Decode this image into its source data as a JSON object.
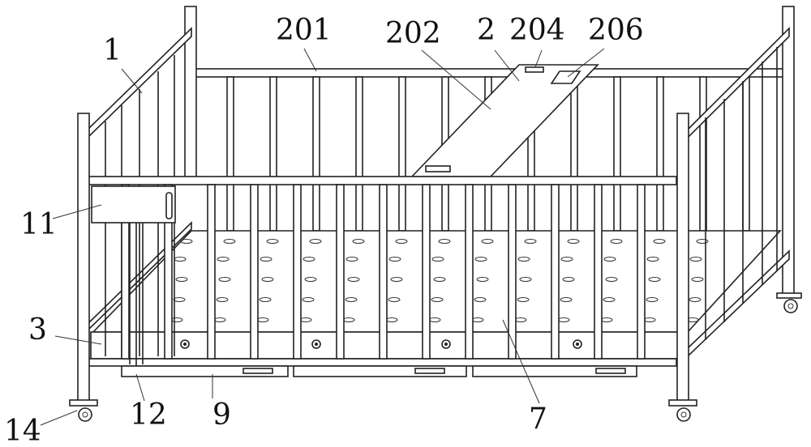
{
  "figure": {
    "labels": {
      "l1": "1",
      "l201": "201",
      "l202": "202",
      "l2": "2",
      "l204": "204",
      "l206": "206",
      "l11": "11",
      "l3": "3",
      "l12": "12",
      "l9": "9",
      "l7": "7",
      "l14": "14"
    }
  }
}
